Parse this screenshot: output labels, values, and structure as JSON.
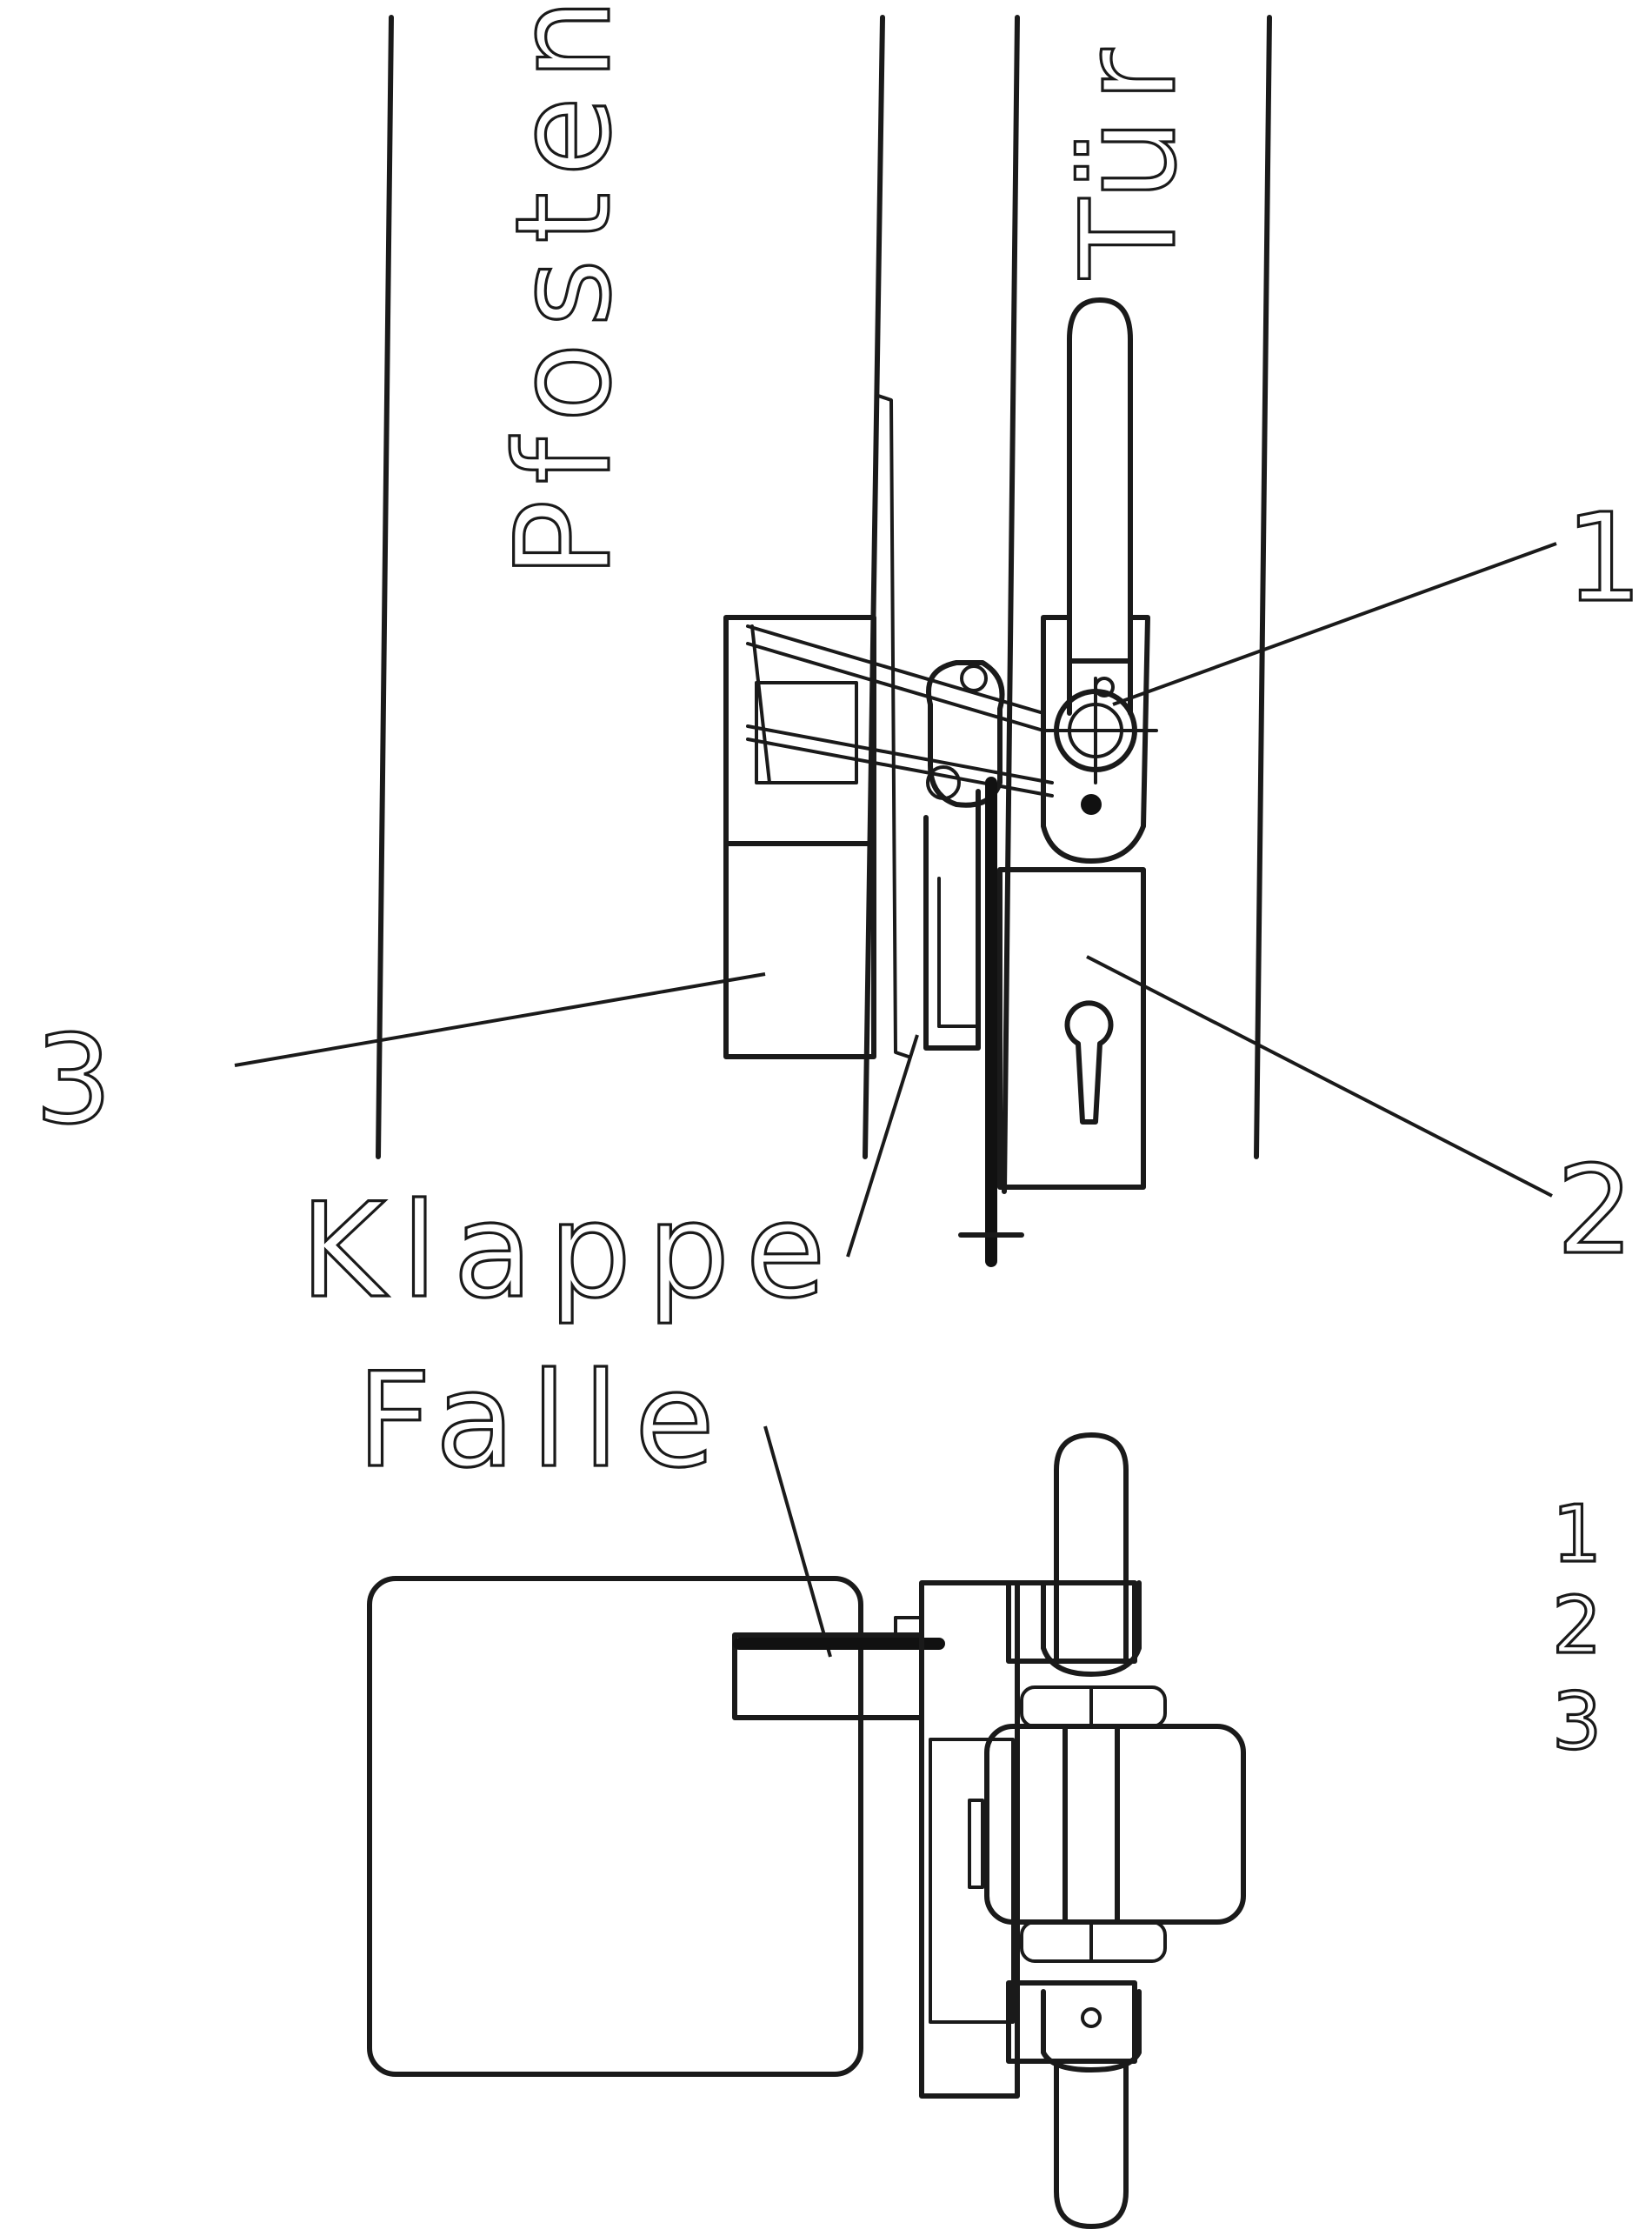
{
  "labels": {
    "post": "Pfosten",
    "door": "Tür",
    "flap": "Klappe",
    "latch": "Falle"
  },
  "callouts": {
    "c1": "1",
    "c2": "2",
    "c3": "3"
  },
  "legend": {
    "items": [
      "1",
      "2",
      "3"
    ]
  },
  "colors": {
    "ink": "#1a1a1a",
    "paper": "#ffffff"
  }
}
